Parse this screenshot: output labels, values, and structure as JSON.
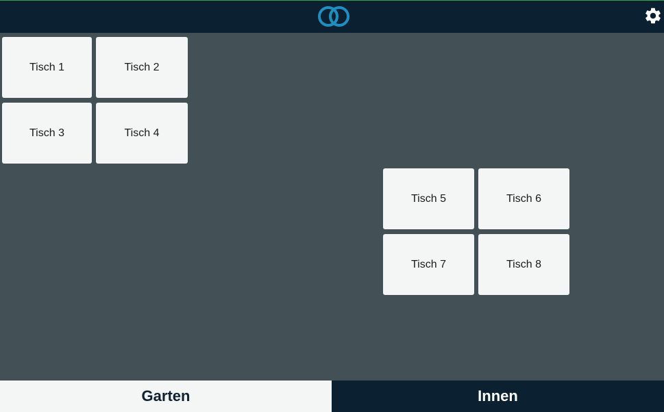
{
  "header": {
    "logo_icon": "linked-rings-logo-icon",
    "settings_icon": "gear-icon",
    "logo_color": "#1e8fc0",
    "background": "#0b2030"
  },
  "tables": [
    {
      "label": "Tisch 1"
    },
    {
      "label": "Tisch 2"
    },
    {
      "label": "Tisch 3"
    },
    {
      "label": "Tisch 4"
    },
    {
      "label": "Tisch 5"
    },
    {
      "label": "Tisch 6"
    },
    {
      "label": "Tisch 7"
    },
    {
      "label": "Tisch 8"
    }
  ],
  "tabs": [
    {
      "label": "Garten",
      "active": true
    },
    {
      "label": "Innen",
      "active": false
    }
  ],
  "colors": {
    "floor": "#435055",
    "table": "#f4f5f5",
    "tab_active": "#f4f5f5",
    "tab_inactive": "#0b2030"
  }
}
